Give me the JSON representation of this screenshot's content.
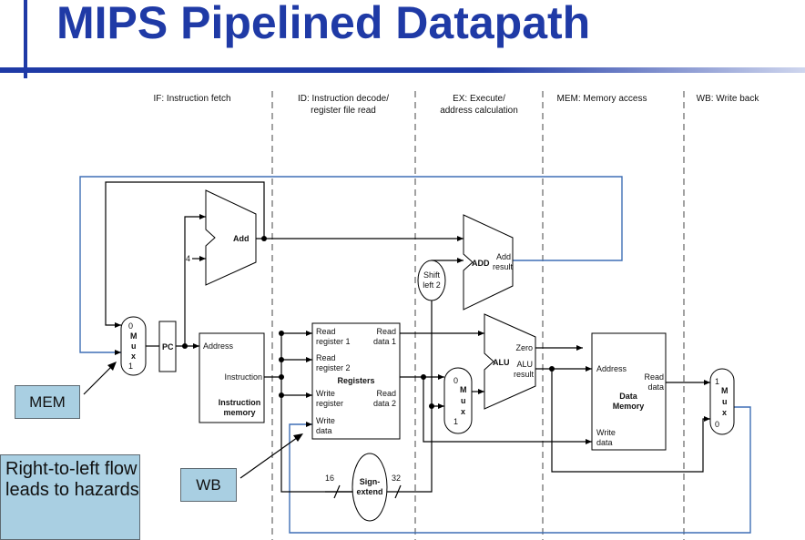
{
  "title": "MIPS Pipelined Datapath",
  "stages": [
    {
      "line1": "IF: Instruction fetch",
      "line2": ""
    },
    {
      "line1": "ID: Instruction decode/",
      "line2": "register file read"
    },
    {
      "line1": "EX: Execute/",
      "line2": "address calculation"
    },
    {
      "line1": "MEM: Memory access",
      "line2": ""
    },
    {
      "line1": "WB: Write back",
      "line2": ""
    }
  ],
  "components": {
    "pc": "PC",
    "add_top": "Add",
    "constant_four": "4",
    "instr_mem": {
      "address": "Address",
      "instruction": "Instruction",
      "name1": "Instruction",
      "name2": "memory"
    },
    "registers": {
      "read_reg1_a": "Read",
      "read_reg1_b": "register 1",
      "read_reg2_a": "Read",
      "read_reg2_b": "register 2",
      "write_reg_a": "Write",
      "write_reg_b": "register",
      "write_data_a": "Write",
      "write_data_b": "data",
      "read_data1_a": "Read",
      "read_data1_b": "data 1",
      "read_data2_a": "Read",
      "read_data2_b": "data 2",
      "name": "Registers"
    },
    "sign_extend": {
      "a": "Sign-",
      "b": "extend",
      "in_bits": "16",
      "out_bits": "32"
    },
    "shift_left": {
      "a": "Shift",
      "b": "left 2"
    },
    "add_branch": {
      "name": "ADD",
      "out_a": "Add",
      "out_b": "result"
    },
    "alu": {
      "name": "ALU",
      "zero": "Zero",
      "result_a": "ALU",
      "result_b": "result"
    },
    "data_mem": {
      "address": "Address",
      "read_a": "Read",
      "read_b": "data",
      "write_a": "Write",
      "write_b": "data",
      "name1": "Data",
      "name2": "Memory"
    },
    "mux_pc": {
      "top": "0",
      "m": "M",
      "u": "u",
      "x": "x",
      "bottom": "1"
    },
    "mux_alu": {
      "top": "0",
      "m": "M",
      "u": "u",
      "x": "x",
      "bottom": "1"
    },
    "mux_wb": {
      "top": "1",
      "m": "M",
      "u": "u",
      "x": "x",
      "bottom": "0"
    }
  },
  "callouts": {
    "mem": "MEM",
    "wb": "WB",
    "hazard": "Right-to-left flow leads to hazards"
  }
}
